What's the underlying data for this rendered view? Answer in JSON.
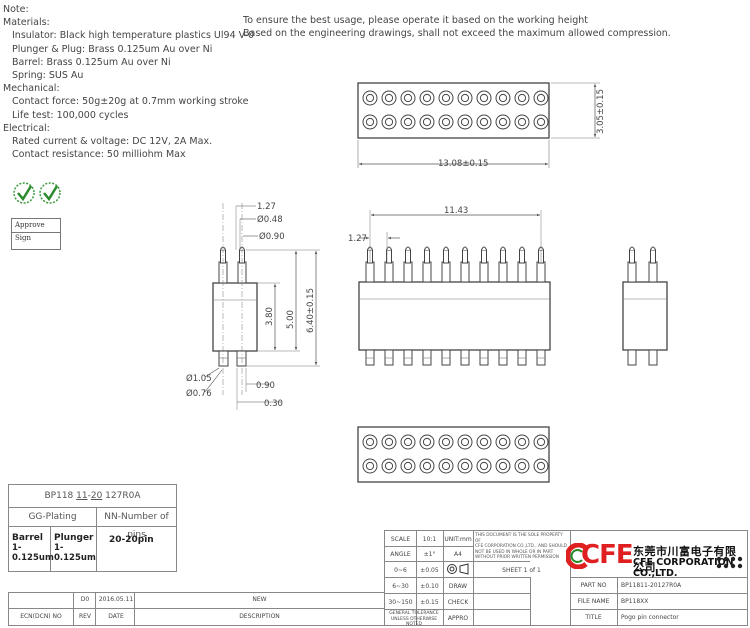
{
  "notes": {
    "title": "Note:",
    "materials_heading": "Materials:",
    "insulator": "Insulator: Black high temperature plastics Ul94 V-0",
    "plunger_plug": "Plunger & Plug: Brass 0.125um Au over Ni",
    "barrel": "Barrel: Brass 0.125um Au over Ni",
    "spring": "Spring: SUS Au",
    "mechanical_heading": "Mechanical:",
    "contact_force": "Contact force: 50g±20g at 0.7mm working stroke",
    "life_test": "Life test: 100,000 cycles",
    "electrical_heading": "Electrical:",
    "rated": "Rated current & voltage: DC 12V, 2A Max.",
    "resistance": "Contact resistance: 50 milliohm Max"
  },
  "instructions": {
    "line1": "To ensure the best usage, please operate it based on the working height",
    "line2": "Based on the engineering drawings, shall not exceed the maximum allowed compression."
  },
  "approve": {
    "label": "Approve Sign"
  },
  "dimensions": {
    "width_bottom": "13.08±0.15",
    "height_right": "3.05±0.15",
    "d127_top": "1.27",
    "d048": "Ø0.48",
    "d090_top": "Ø0.90",
    "d380": "3.80",
    "d500": "5.00",
    "d640": "6.40±0.15",
    "d105": "Ø1.05",
    "d076": "Ø0.76",
    "d090_bot": "0.90",
    "d030": "0.30",
    "d1143": "11.43",
    "d127_front": "1.27"
  },
  "partcode": {
    "code_prefix": "BP118 ",
    "code_u1": "11",
    "code_dash": "-",
    "code_u2": "20",
    "code_suffix": " 127R0A",
    "plating_head": "GG-Plating",
    "pins_head": "NN-Number of pins",
    "barrel_label": "Barrel",
    "barrel_val": "1-0.125um",
    "plunger_label": "Plunger",
    "plunger_val": "1-0.125um",
    "pins_val": "20-20pin"
  },
  "revision": {
    "r1_col2": "D0",
    "r1_col3": "2016.05.11",
    "r1_col4": "NEW",
    "h_col1": "ECN(DCN) NO",
    "h_col2": "REV",
    "h_col3": "DATE",
    "h_col4": "DESCRIPTION"
  },
  "titleblock": {
    "scale_label": "SCALE",
    "scale_val": "10:1",
    "unit_label": "UNIT:mm",
    "angle_label": "ANGLE",
    "angle_tol": "±1°",
    "sheet_size": "A4",
    "tol1_range": "0~6",
    "tol1_val": "±0.05",
    "sheet_label": "SHEET  1 of 1",
    "tol2_range": "6~30",
    "tol2_val": "±0.10",
    "draw_label": "DRAW",
    "tol3_range": "30~150",
    "tol3_val": "±0.15",
    "check_label": "CHECK",
    "general_tol1": "GENERAL TOLERANCE",
    "general_tol2": "UNLESS OTHERWISE NOTED",
    "appro_label": "APPRO",
    "prop1": "THIS DOCUMENT IS THE SOLE PROPERTY OF",
    "prop2": "CFE CORPORATION CO.,LTD., AND SHOULD",
    "prop3": "NOT BE USED IN WHOLE OR IN PART",
    "prop4": "WITHOUT PRIOR WRITTEN PERMISSION",
    "logo_letters": "CFE",
    "company_cn": "东莞市川富电子有限公司",
    "company_en": "CFE CORPORATION CO.,LTD.",
    "part_no_label": "PART NO",
    "part_no_val": "BP11811-20127R0A",
    "file_name_label": "FILE NAME",
    "file_name_val": "BP118XX",
    "title_label": "TITLE",
    "title_val": "Pogo pin connector"
  }
}
